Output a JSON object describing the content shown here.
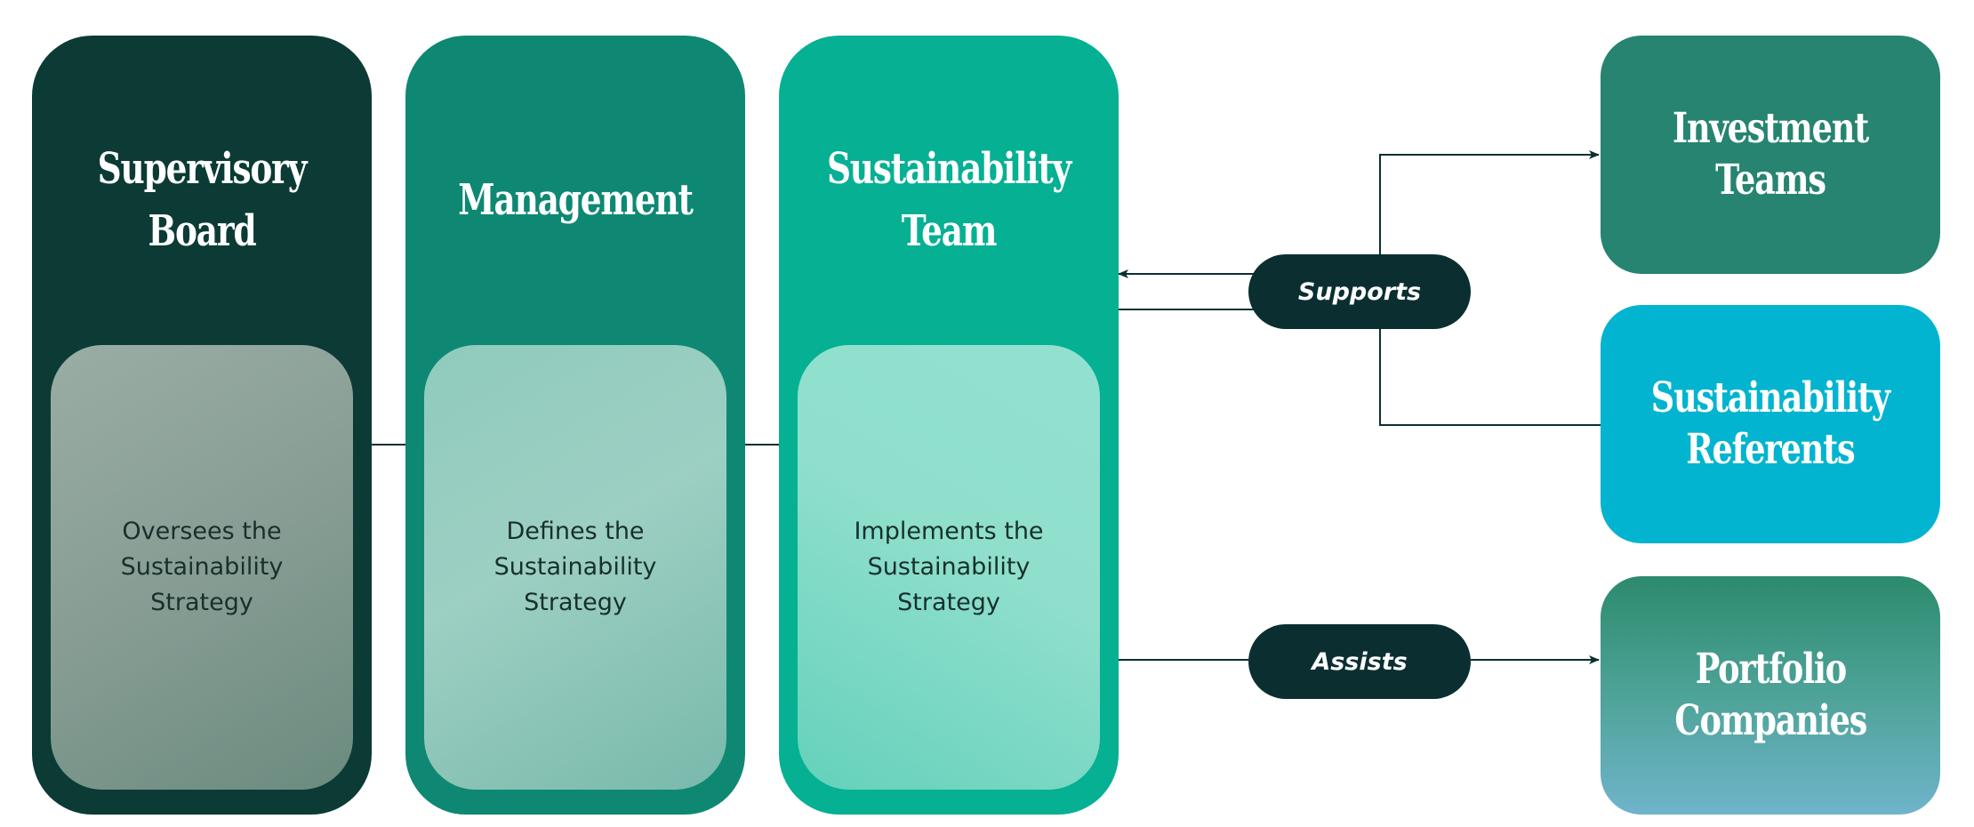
{
  "columns": [
    {
      "title": "Supervisory\nBoard",
      "description": "Oversees the\nSustainability\nStrategy"
    },
    {
      "title": "Management",
      "description": "Defines the\nSustainability\nStrategy"
    },
    {
      "title": "Sustainability\nTeam",
      "description": "Implements the\nSustainability\nStrategy"
    }
  ],
  "relations": {
    "supports": "Supports",
    "assists": "Assists"
  },
  "stakeholders": [
    {
      "title": "Investment\nTeams"
    },
    {
      "title": "Sustainability\nReferents"
    },
    {
      "title": "Portfolio\nCompanies"
    }
  ],
  "colors": {
    "supervisory_board": "#0b3b34",
    "management": "#0e8873",
    "sustainability_team": "#05b093",
    "pill": "#0b2f31",
    "investment_teams": "#268470",
    "sustainability_referents": "#02b4cf",
    "portfolio_companies": "#4ea398",
    "connector": "#0b2f31"
  }
}
